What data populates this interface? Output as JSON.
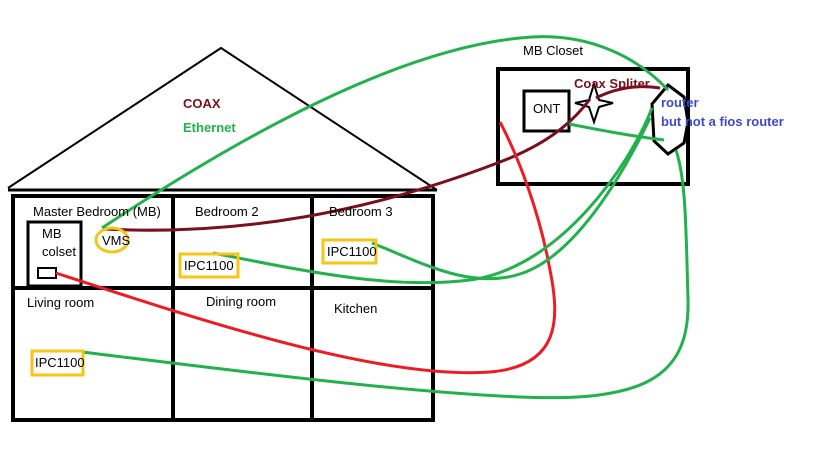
{
  "legend": {
    "coax": "COAX",
    "ethernet": "Ethernet"
  },
  "colors": {
    "coax": "#7a0f1e",
    "ethernet": "#22b14c",
    "red": "#ed1c24",
    "blue": "#3f48cc",
    "device": "#f5c518",
    "outline": "#000000"
  },
  "closet": {
    "title": "MB Closet",
    "ont": "ONT",
    "splitter": "Coax Spliter",
    "router_line1": "router",
    "router_line2": "but not a fios router"
  },
  "rooms": {
    "master": "Master Bedroom (MB)",
    "mb_closet_line1": "MB",
    "mb_closet_line2": "colset",
    "bedroom2": "Bedroom 2",
    "bedroom3": "Bedroom 3",
    "living": "Living room",
    "dining": "Dining room",
    "kitchen": "Kitchen"
  },
  "devices": {
    "vms": "VMS",
    "ipc_bedroom2": "IPC1100",
    "ipc_bedroom3": "IPC1100",
    "ipc_living": "IPC1100"
  }
}
